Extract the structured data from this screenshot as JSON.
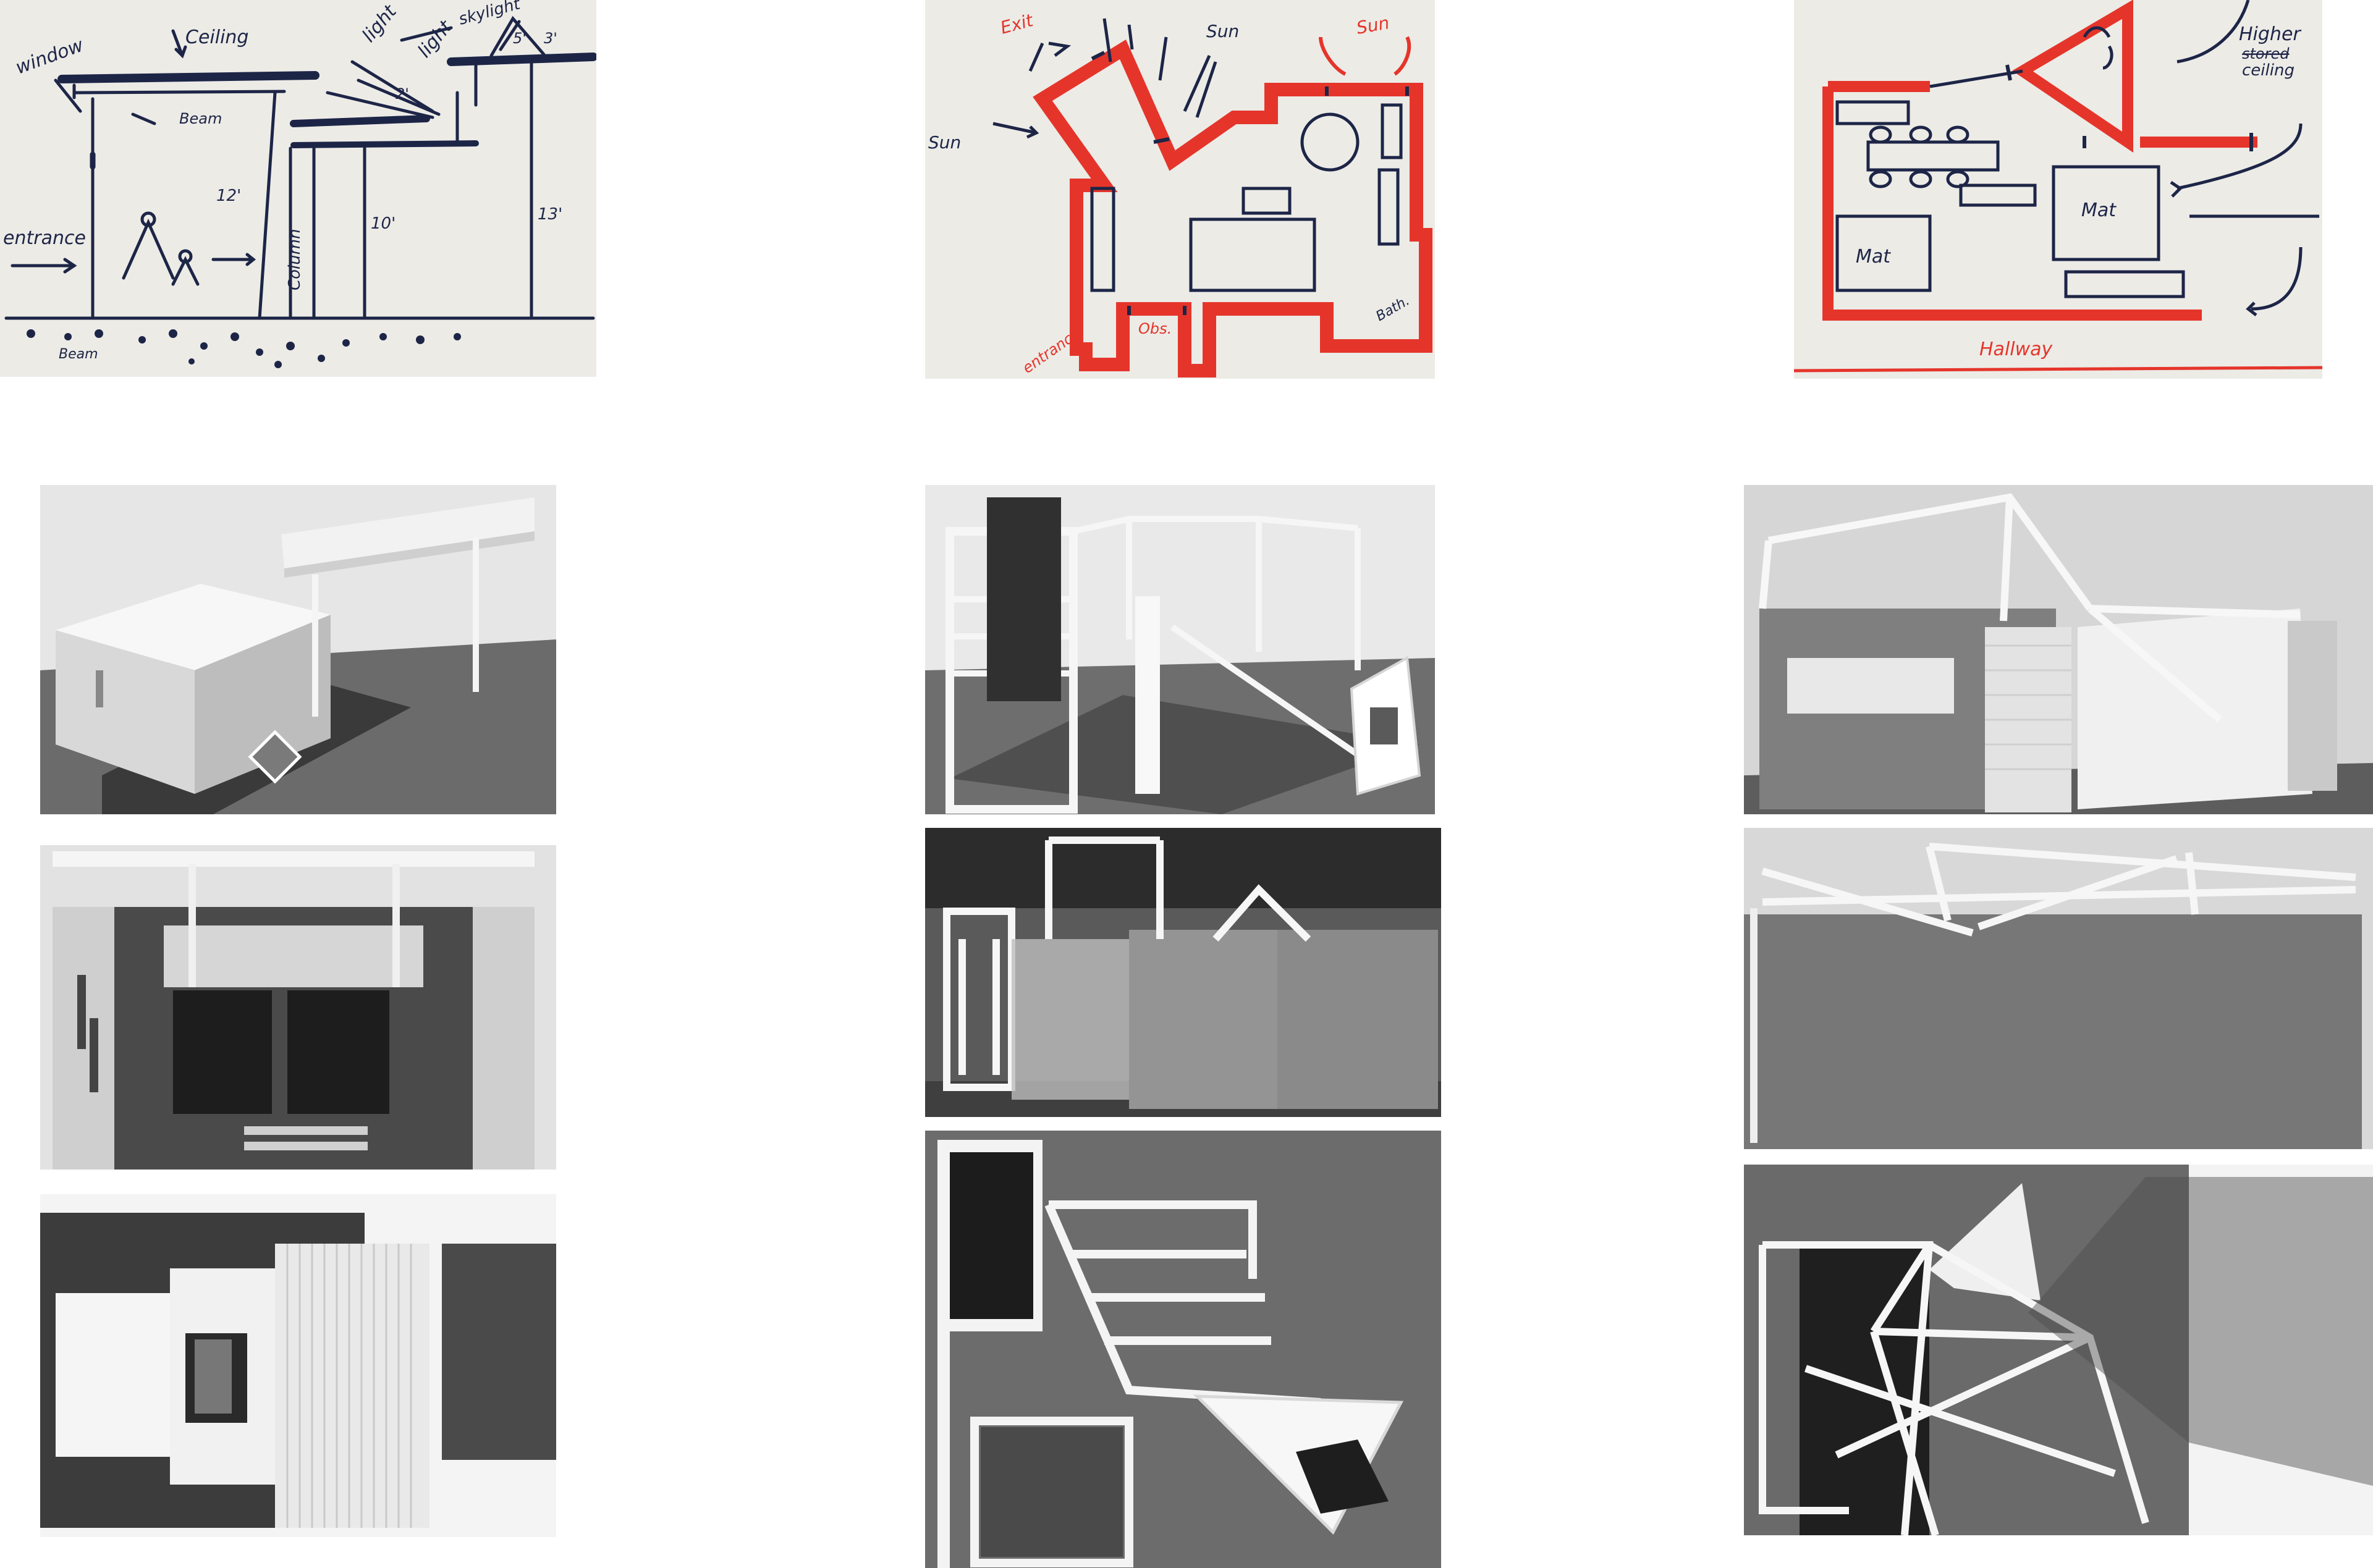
{
  "sketch_section": {
    "labels": {
      "window": "window",
      "ceiling": "Ceiling",
      "light_a": "light",
      "light_b": "light",
      "skylight": "skylight",
      "beam": "Beam",
      "entrance": "entrance",
      "column": "Column",
      "h12": "12'",
      "h10": "10'",
      "h13": "13'",
      "dim2": "2'",
      "dim3": "3'",
      "dim5": "5'",
      "ground_beam": "Beam"
    }
  },
  "sketch_plan_a": {
    "labels": {
      "exit": "Exit",
      "sun_top": "Sun",
      "sun_right": "Sun",
      "sun_left": "Sun",
      "obs": "Obs.",
      "bath": "Bath.",
      "entrance": "entrance"
    }
  },
  "sketch_plan_b": {
    "labels": {
      "higher_ceiling_1": "Higher",
      "higher_ceiling_struck": "stored",
      "higher_ceiling_2": "ceiling",
      "mat_left": "Mat",
      "mat_right": "Mat",
      "hallway": "Hallway"
    }
  },
  "photos": {
    "col1": [
      "model-1-perspective",
      "model-1-elevation",
      "model-1-plan"
    ],
    "col2": [
      "model-2-perspective",
      "model-2-elevation",
      "model-2-plan"
    ],
    "col3": [
      "model-3-perspective",
      "model-3-elevation",
      "model-3-plan"
    ]
  },
  "colors": {
    "ink_blue": "#1d2547",
    "marker_red": "#e5352b",
    "paper": "#ecebe6"
  }
}
